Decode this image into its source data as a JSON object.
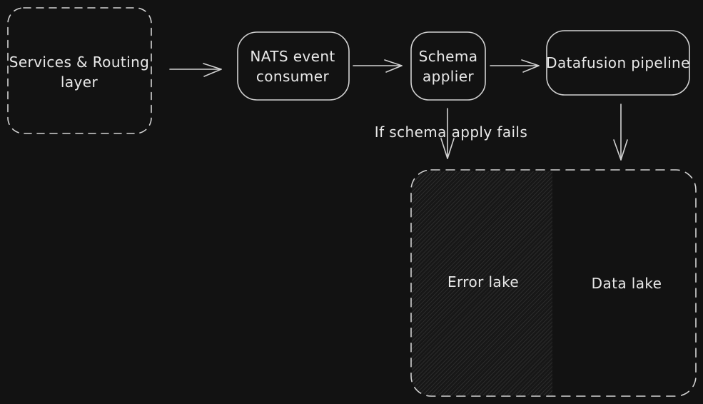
{
  "diagram": {
    "nodes": {
      "services": {
        "line1": "Services & Routing",
        "line2": "layer"
      },
      "nats": {
        "line1": "NATS event",
        "line2": "consumer"
      },
      "schema": {
        "line1": "Schema",
        "line2": "applier"
      },
      "datafusion": {
        "label": "Datafusion pipeline"
      },
      "error_lake": {
        "label": "Error lake"
      },
      "data_lake": {
        "label": "Data lake"
      }
    },
    "annotations": {
      "failure_condition": "If schema apply fails"
    },
    "colors": {
      "background": "#121212",
      "stroke": "#d2d2d2",
      "text": "#e9e9e9",
      "hatch_line": "rgba(255,255,255,0.085)"
    }
  }
}
